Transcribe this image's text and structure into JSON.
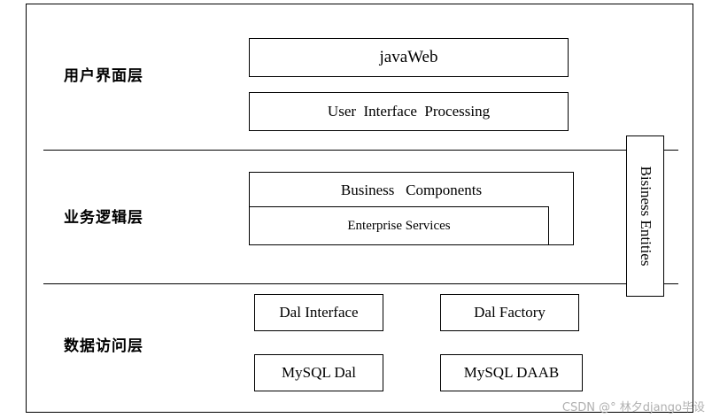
{
  "layers": {
    "ui_label": "用户界面层",
    "logic_label": "业务逻辑层",
    "data_label": "数据访问层"
  },
  "ui": {
    "javaweb": "javaWeb",
    "processing": "User  Interface  Processing"
  },
  "logic": {
    "business_components": "Business   Components",
    "enterprise_services": "Enterprise Services",
    "entities": "Bisiness Entities"
  },
  "data": {
    "dal_interface": "Dal Interface",
    "dal_factory": "Dal Factory",
    "mysql_dal": "MySQL Dal",
    "mysql_daab": "MySQL DAAB"
  },
  "watermark": "CSDN @° 林夕django毕设"
}
